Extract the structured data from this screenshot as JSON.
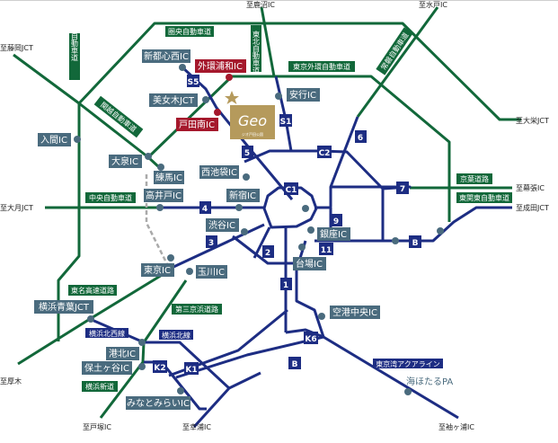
{
  "colors": {
    "expressway": "#12683a",
    "metro": "#1d2d83",
    "ic_label_bg": "#4a6b7e",
    "highlight_ic_bg": "#a5182c",
    "highlight_dot": "#a5182c",
    "dot": "#4a6b7e",
    "dashed": "#aaaaaa",
    "logo_bg": "#b59a5c",
    "star": "#b59a5c",
    "text_dark": "#222222"
  },
  "destinations": [
    {
      "id": "kanuma",
      "text": "至鹿沼IC"
    },
    {
      "id": "mito",
      "text": "至水戸IC"
    },
    {
      "id": "fujioka",
      "text": "至藤岡JCT"
    },
    {
      "id": "oei",
      "text": "至大栄JCT"
    },
    {
      "id": "makuhari",
      "text": "至幕張IC"
    },
    {
      "id": "narita",
      "text": "至成田JCT"
    },
    {
      "id": "otsuki",
      "text": "至大月JCT"
    },
    {
      "id": "atsugi",
      "text": "至厚木"
    },
    {
      "id": "totsuka",
      "text": "至戸塚IC"
    },
    {
      "id": "sachiura",
      "text": "至幸浦IC"
    },
    {
      "id": "sodegaura",
      "text": "至袖ヶ浦IC"
    }
  ],
  "expressway_labels": [
    {
      "id": "kenodo",
      "text": "圏央自動車道"
    },
    {
      "id": "joban",
      "text": "常磐自動車道"
    },
    {
      "id": "tohoku",
      "text": "東北自動車道"
    },
    {
      "id": "gaikan",
      "text": "東京外環自動車道"
    },
    {
      "id": "kanetsu",
      "text": "関越自動車道"
    },
    {
      "id": "joban2",
      "text": "常磐自動車道"
    },
    {
      "id": "chuo",
      "text": "中央自動車道"
    },
    {
      "id": "keiyo",
      "text": "京葉道路"
    },
    {
      "id": "higashikanto",
      "text": "東関東自動車道"
    },
    {
      "id": "tomei",
      "text": "東名高速道路"
    },
    {
      "id": "daisan",
      "text": "第三京浜道路"
    },
    {
      "id": "yokohamashindo",
      "text": "横浜新道"
    }
  ],
  "metro_labels": [
    {
      "id": "kitanishi",
      "text": "横浜北西線"
    },
    {
      "id": "kita",
      "text": "横浜北線"
    },
    {
      "id": "aqualine",
      "text": "東京湾アクアライン"
    }
  ],
  "route_badges": [
    {
      "id": "s5",
      "text": "S5"
    },
    {
      "id": "s1",
      "text": "S1"
    },
    {
      "id": "r5",
      "text": "5"
    },
    {
      "id": "r6",
      "text": "6"
    },
    {
      "id": "c2",
      "text": "C2"
    },
    {
      "id": "c1",
      "text": "C1"
    },
    {
      "id": "r4",
      "text": "4"
    },
    {
      "id": "r3",
      "text": "3"
    },
    {
      "id": "r2",
      "text": "2"
    },
    {
      "id": "r1",
      "text": "1"
    },
    {
      "id": "r7",
      "text": "7"
    },
    {
      "id": "r9",
      "text": "9"
    },
    {
      "id": "r11",
      "text": "11"
    },
    {
      "id": "b1",
      "text": "B"
    },
    {
      "id": "b2",
      "text": "B"
    },
    {
      "id": "k6",
      "text": "K6"
    },
    {
      "id": "k1",
      "text": "K1"
    },
    {
      "id": "k2",
      "text": "K2"
    }
  ],
  "interchanges": [
    {
      "id": "shintoshin",
      "text": "新都心西IC",
      "highlight": false
    },
    {
      "id": "gaikanurawa",
      "text": "外環浦和IC",
      "highlight": true
    },
    {
      "id": "bijogi",
      "text": "美女木JCT",
      "highlight": false
    },
    {
      "id": "todaminami",
      "text": "戸田南IC",
      "highlight": true
    },
    {
      "id": "angyo",
      "text": "安行IC",
      "highlight": false
    },
    {
      "id": "iruma",
      "text": "入間IC",
      "highlight": false
    },
    {
      "id": "oizumi",
      "text": "大泉IC",
      "highlight": false
    },
    {
      "id": "nerima",
      "text": "練馬IC",
      "highlight": false
    },
    {
      "id": "nishiikebukuro",
      "text": "西池袋IC",
      "highlight": false
    },
    {
      "id": "takaido",
      "text": "高井戸IC",
      "highlight": false
    },
    {
      "id": "shinjuku",
      "text": "新宿IC",
      "highlight": false
    },
    {
      "id": "shibuya",
      "text": "渋谷IC",
      "highlight": false
    },
    {
      "id": "ginza",
      "text": "銀座IC",
      "highlight": false
    },
    {
      "id": "daiba",
      "text": "台場IC",
      "highlight": false
    },
    {
      "id": "tokyo",
      "text": "東京IC",
      "highlight": false
    },
    {
      "id": "tamagawa",
      "text": "玉川IC",
      "highlight": false
    },
    {
      "id": "aobajct",
      "text": "横浜青葉JCT",
      "highlight": false
    },
    {
      "id": "kohoku",
      "text": "港北IC",
      "highlight": false
    },
    {
      "id": "hodogaya",
      "text": "保土ヶ谷IC",
      "highlight": false
    },
    {
      "id": "minatomirai",
      "text": "みなとみらいIC",
      "highlight": false
    },
    {
      "id": "kuko",
      "text": "空港中央IC",
      "highlight": false
    }
  ],
  "pa": {
    "text": "海ほたるPA"
  },
  "logo": {
    "text": "Geo",
    "subtitle": "ジオ戸田公園"
  }
}
